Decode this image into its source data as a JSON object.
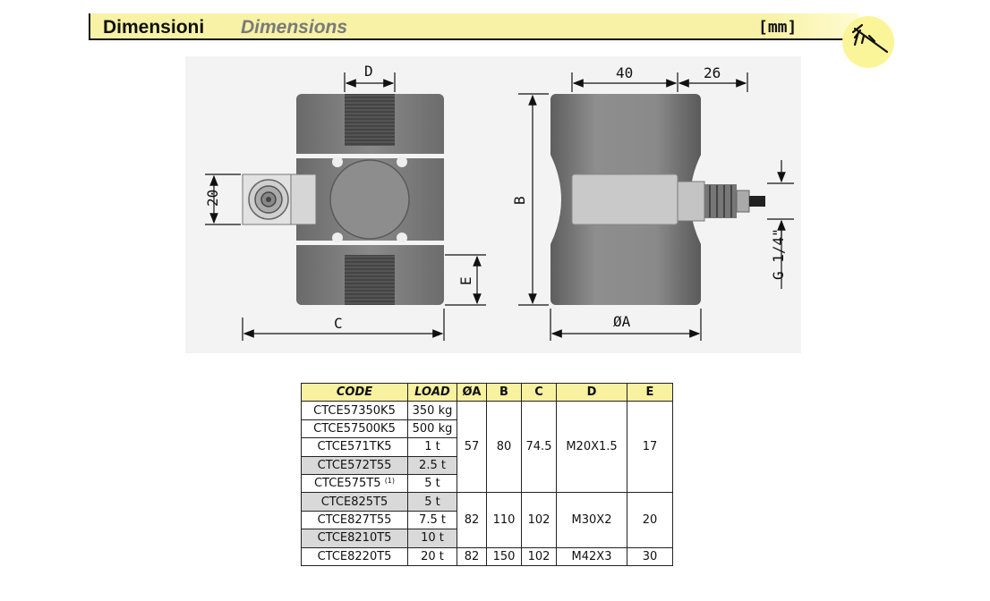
{
  "header": {
    "title_it": "Dimensioni",
    "title_en": "Dimensions",
    "unit": "[mm]",
    "icon": "caliper-icon"
  },
  "drawing": {
    "labels": {
      "d": "D",
      "forty": "40",
      "twentysix": "26",
      "twenty": "20",
      "b": "B",
      "e": "E",
      "c": "C",
      "a": "ØA",
      "g": "G 1/4\""
    }
  },
  "table": {
    "headers": [
      "CODE",
      "LOAD",
      "ØA",
      "B",
      "C",
      "D",
      "E"
    ],
    "rows": [
      {
        "code": "CTCE57350K5",
        "load": "350 kg",
        "shade": false
      },
      {
        "code": "CTCE57500K5",
        "load": "500 kg",
        "shade": false
      },
      {
        "code": "CTCE571TK5",
        "load": "1 t",
        "shade": false
      },
      {
        "code": "CTCE572T55",
        "load": "2.5 t",
        "shade": true
      },
      {
        "code": "CTCE575T5",
        "note": "(1)",
        "load": "5 t",
        "shade": false
      },
      {
        "code": "CTCE825T5",
        "load": "5 t",
        "shade": true
      },
      {
        "code": "CTCE827T55",
        "load": "7.5 t",
        "shade": false
      },
      {
        "code": "CTCE8210T5",
        "load": "10 t",
        "shade": true
      },
      {
        "code": "CTCE8220T5",
        "load": "20 t",
        "shade": false
      }
    ],
    "groups": [
      {
        "a": "57",
        "b": "80",
        "c": "74.5",
        "d": "M20X1.5",
        "e": "17"
      },
      {
        "a": "82",
        "b": "110",
        "c": "102",
        "d": "M30X2",
        "e": "20"
      },
      {
        "a": "82",
        "b": "150",
        "c": "102",
        "d": "M42X3",
        "e": "30"
      }
    ]
  }
}
